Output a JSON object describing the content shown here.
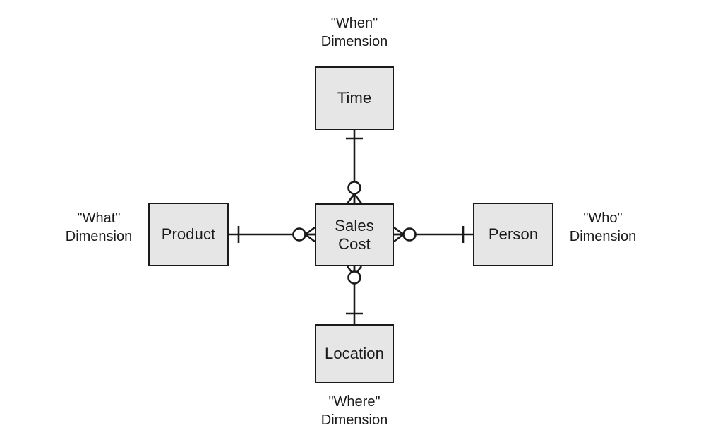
{
  "diagram": {
    "type": "entity-relationship-star-schema",
    "background_color": "#ffffff",
    "entity_fill_color": "#e6e6e6",
    "entity_border_color": "#1a1a1a",
    "line_color": "#1a1a1a",
    "fact_entity": "Sales Cost",
    "entities": [
      {
        "id": "time",
        "label": "Time",
        "role": "dimension",
        "position": "top",
        "annotation": "\"When\"\nDimension"
      },
      {
        "id": "product",
        "label": "Product",
        "role": "dimension",
        "position": "left",
        "annotation": "\"What\"\nDimension"
      },
      {
        "id": "salescost",
        "label": "Sales\nCost",
        "role": "fact",
        "position": "center",
        "annotation": ""
      },
      {
        "id": "person",
        "label": "Person",
        "role": "dimension",
        "position": "right",
        "annotation": "\"Who\"\nDimension"
      },
      {
        "id": "location",
        "label": "Location",
        "role": "dimension",
        "position": "bottom",
        "annotation": "\"Where\"\nDimension"
      }
    ],
    "relationships": [
      {
        "id": "time-salescost",
        "from": "time",
        "to": "salescost",
        "from_cardinality": "one",
        "to_cardinality": "zero-or-many"
      },
      {
        "id": "product-salescost",
        "from": "product",
        "to": "salescost",
        "from_cardinality": "one",
        "to_cardinality": "zero-or-many"
      },
      {
        "id": "person-salescost",
        "from": "person",
        "to": "salescost",
        "from_cardinality": "one",
        "to_cardinality": "zero-or-many"
      },
      {
        "id": "location-salescost",
        "from": "location",
        "to": "salescost",
        "from_cardinality": "one",
        "to_cardinality": "zero-or-many"
      }
    ],
    "annotations": {
      "when": "\"When\"\nDimension",
      "what": "\"What\"\nDimension",
      "who": "\"Who\"\nDimension",
      "where": "\"Where\"\nDimension"
    }
  }
}
